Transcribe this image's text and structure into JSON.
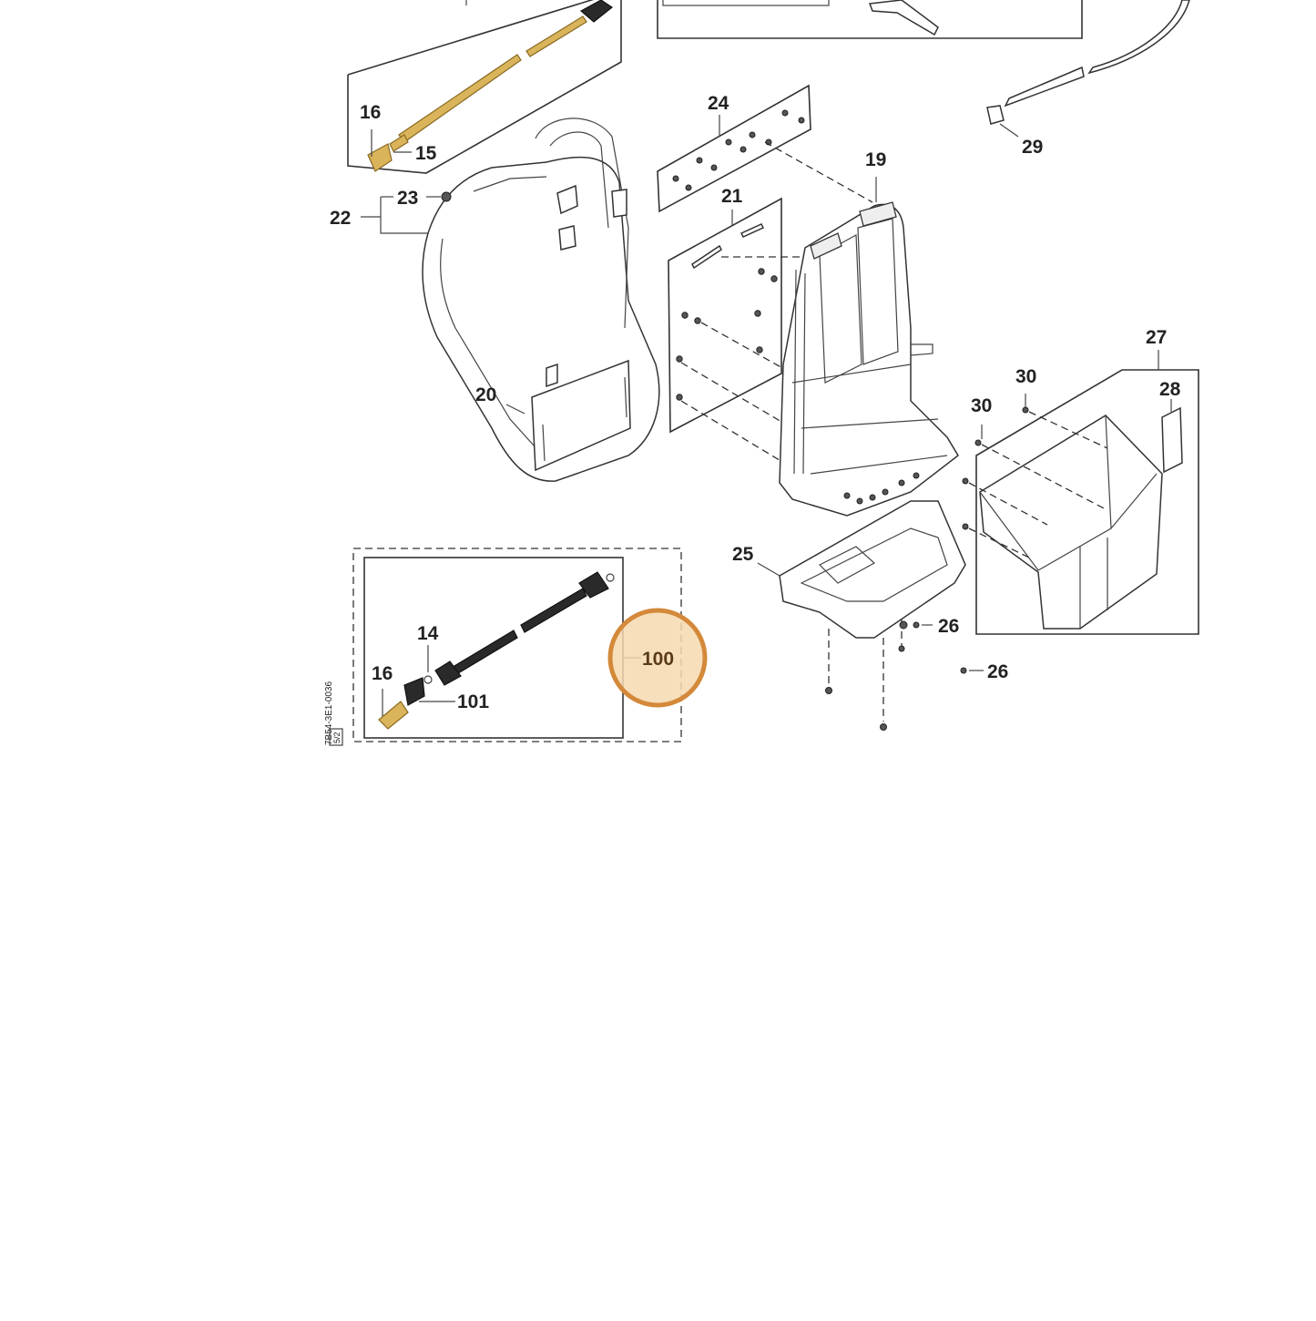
{
  "diagram": {
    "callouts": {
      "c16_top": "16",
      "c15": "15",
      "c22": "22",
      "c23": "23",
      "c24": "24",
      "c19": "19",
      "c21": "21",
      "c29": "29",
      "c20": "20",
      "c27": "27",
      "c30a": "30",
      "c30b": "30",
      "c28": "28",
      "c25": "25",
      "c26a": "26",
      "c26b": "26",
      "c14": "14",
      "c16_bottom": "16",
      "c101": "101",
      "c100": "100"
    },
    "vertical_code": "7B54-3E1-0036",
    "page_tag": "5/2",
    "highlight": {
      "callout": "100",
      "color": "#d4893a"
    },
    "colors": {
      "brass": "#d9b45b",
      "line": "#333333",
      "nozzle_dark": "#2a2a2a"
    }
  }
}
